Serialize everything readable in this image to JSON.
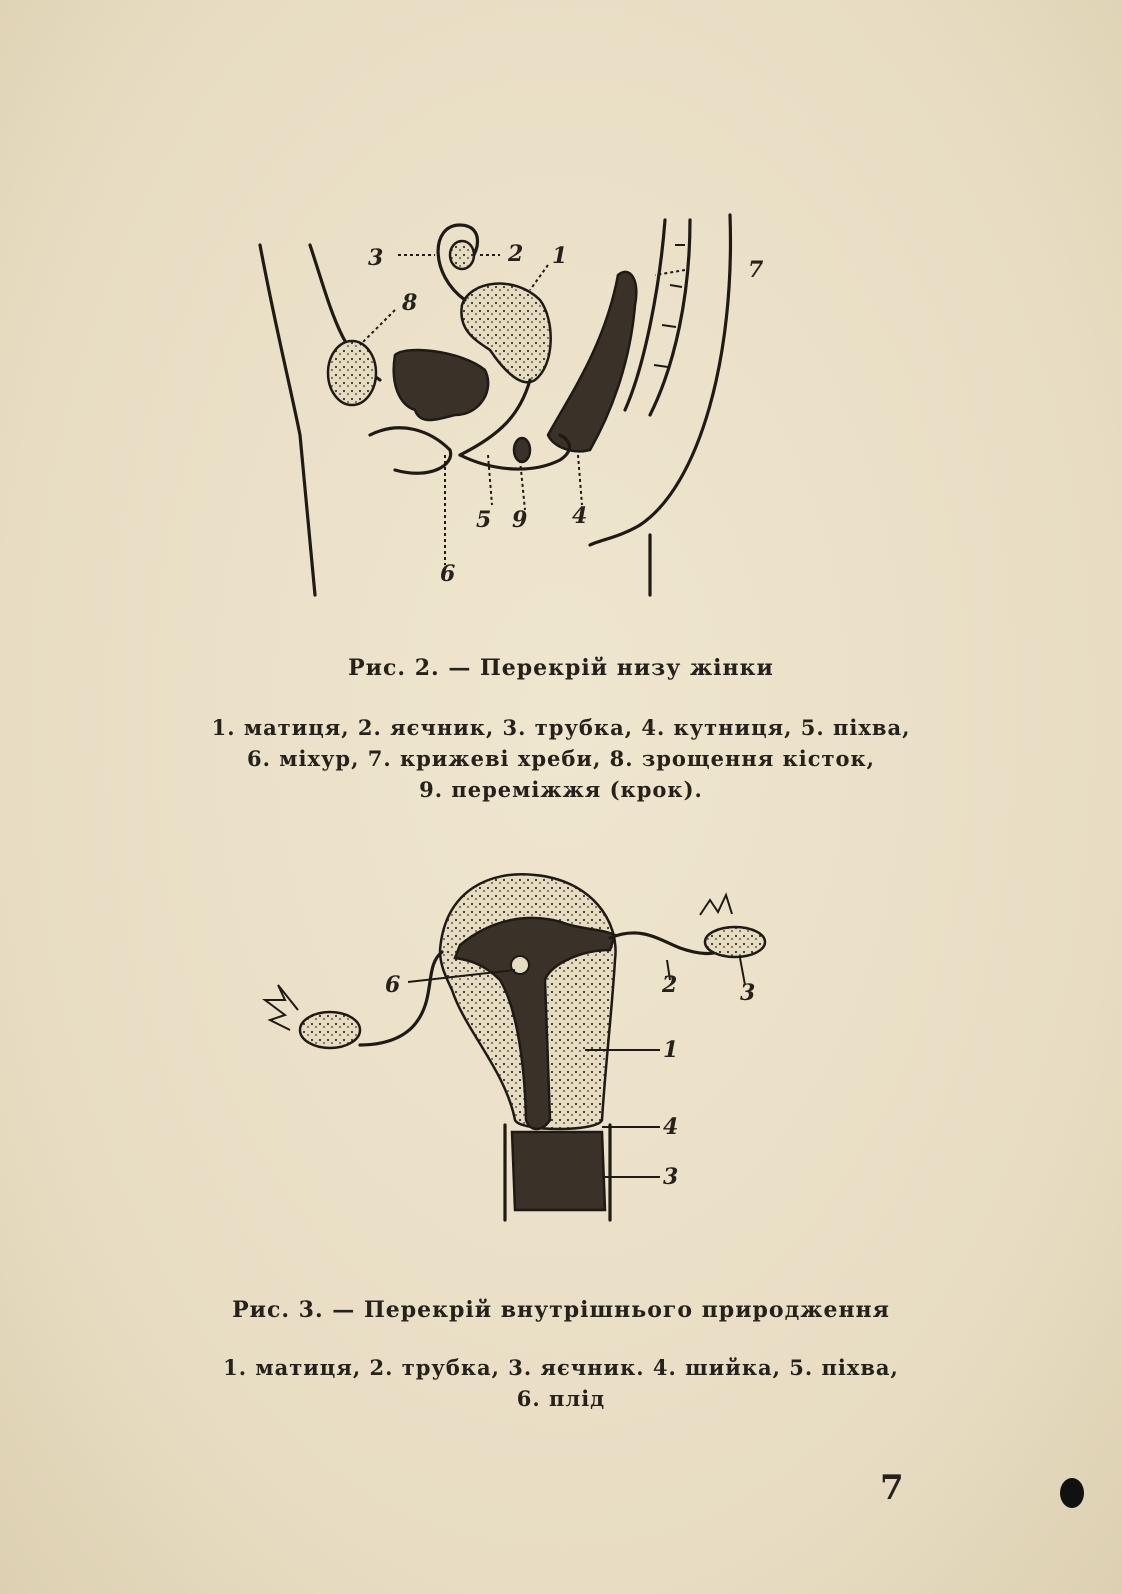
{
  "figure2": {
    "labels": [
      "1",
      "2",
      "3",
      "4",
      "5",
      "6",
      "7",
      "8",
      "9"
    ],
    "caption_title": "Рис. 2. — Перекрій низу жінки",
    "legend_lines": [
      "1. матиця, 2. яєчник, 3. трубка, 4. кутниця, 5. піхва,",
      "6. міхур, 7. крижеві хреби, 8. зрощення кісток,",
      "9. переміжжя (крок)."
    ]
  },
  "figure3": {
    "labels": [
      "1",
      "2",
      "3",
      "4",
      "3",
      "6"
    ],
    "caption_title": "Рис. 3. — Перекрій внутрішнього природження",
    "legend_lines": [
      "1. матиця, 2. трубка, 3. яєчник. 4. шийка, 5. піхва,",
      "6. плід"
    ]
  },
  "page_number": "7"
}
